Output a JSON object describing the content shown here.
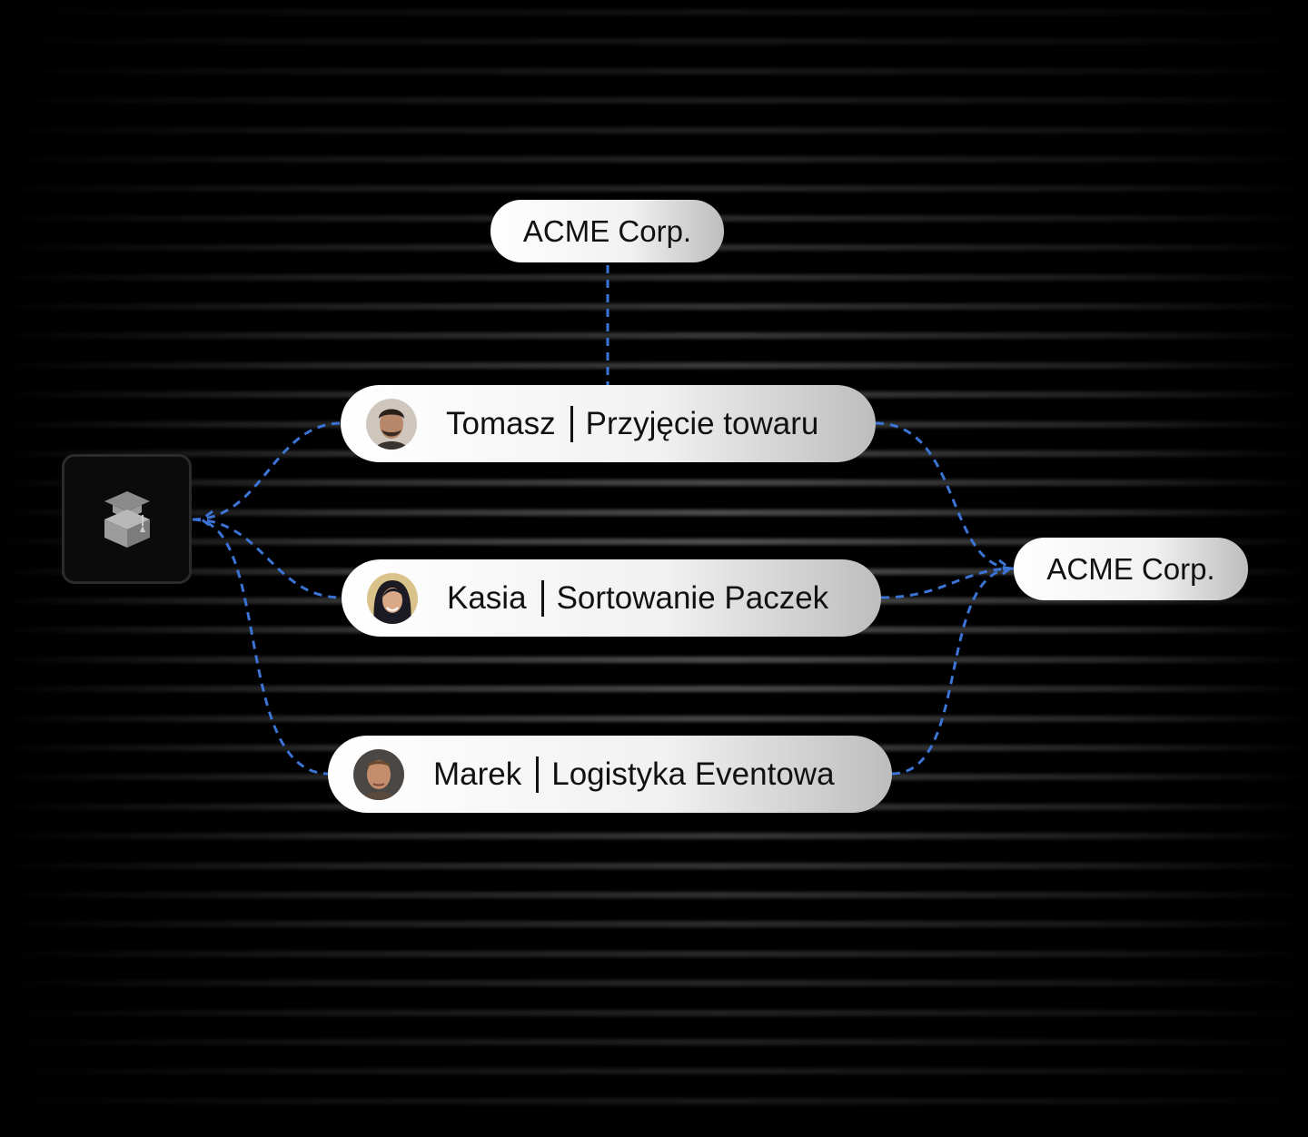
{
  "diagram": {
    "top_org": {
      "label": "ACME Corp."
    },
    "right_org": {
      "label": "ACME Corp."
    },
    "hub": {
      "icon": "box-with-graduation-cap-icon"
    },
    "people": [
      {
        "name": "Tomasz",
        "role": "Przyjęcie towaru",
        "avatar": "man-dark-hair-avatar"
      },
      {
        "name": "Kasia",
        "role": "Sortowanie Paczek",
        "avatar": "woman-dark-hair-avatar"
      },
      {
        "name": "Marek",
        "role": "Logistyka Eventowa",
        "avatar": "man-short-hair-avatar"
      }
    ],
    "colors": {
      "background": "#000000",
      "connector": "#3b74d4",
      "pill": "#ffffff",
      "text": "#111111"
    }
  }
}
